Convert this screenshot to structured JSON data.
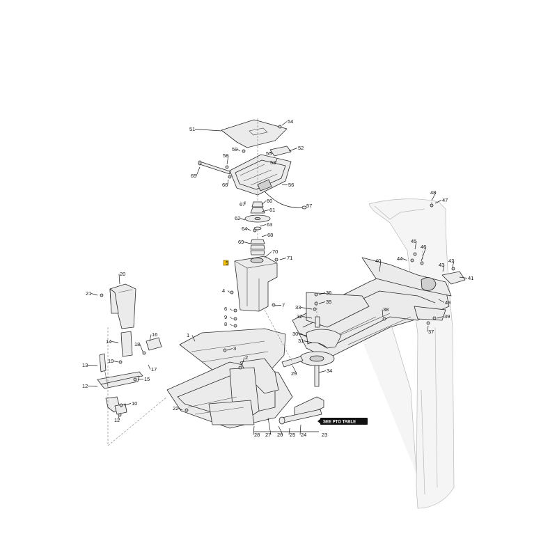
{
  "diagram": {
    "callouts": [
      "1",
      "2",
      "3",
      "4",
      "5",
      "6",
      "7",
      "8",
      "9",
      "10",
      "11",
      "12",
      "13",
      "14",
      "15",
      "16",
      "17",
      "18",
      "19",
      "20",
      "21",
      "22",
      "23",
      "24",
      "25",
      "26",
      "27",
      "28",
      "29",
      "30",
      "31",
      "32",
      "33",
      "34",
      "35",
      "36",
      "37",
      "38",
      "39",
      "40",
      "41",
      "42",
      "43",
      "44",
      "45",
      "46",
      "47",
      "48",
      "49",
      "51",
      "52",
      "53",
      "54",
      "55",
      "56",
      "57",
      "58",
      "59",
      "60",
      "61",
      "62",
      "63",
      "64",
      "65",
      "66",
      "67",
      "68",
      "69",
      "70",
      "71"
    ],
    "highlighted_callout": "5",
    "highlight_color": "#f7c400",
    "pto_badge_text": "SEE PTO TABLE"
  }
}
